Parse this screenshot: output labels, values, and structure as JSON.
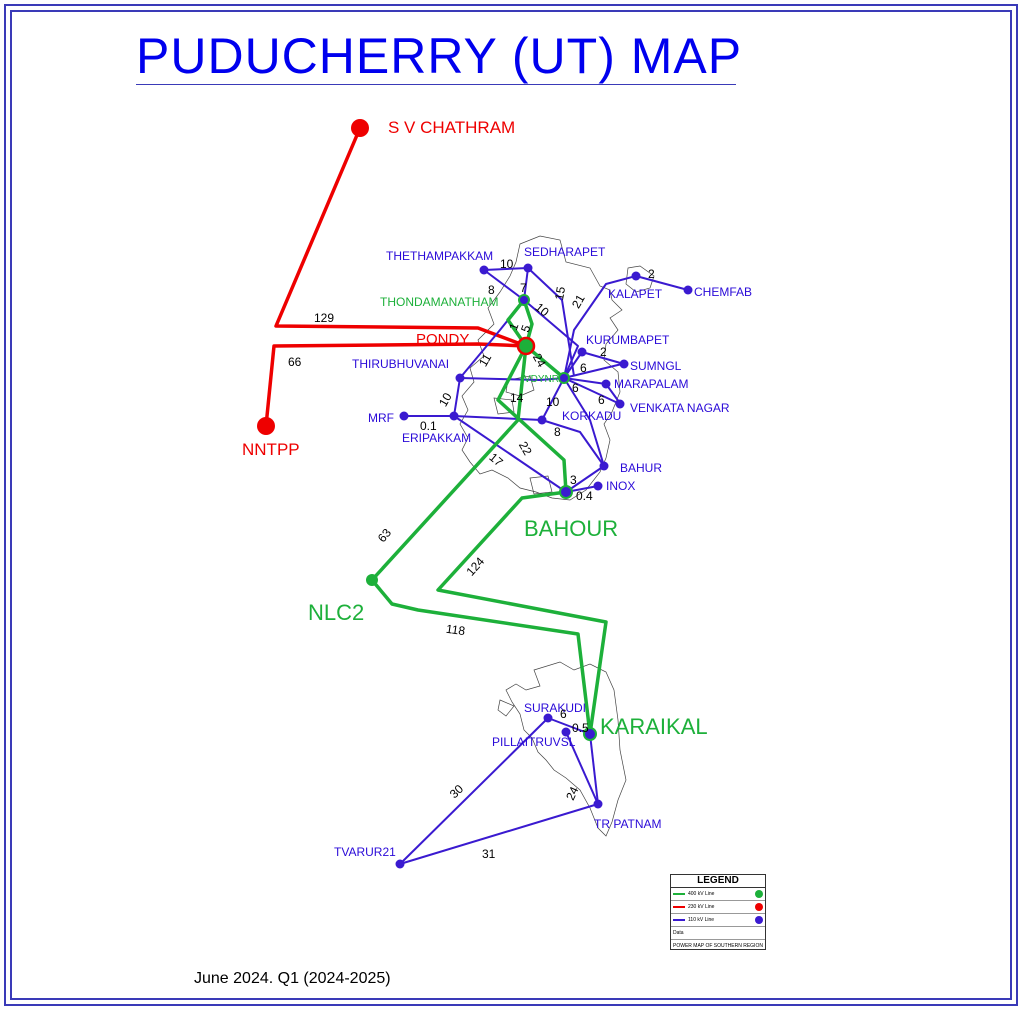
{
  "title": "PUDUCHERRY (UT) MAP",
  "footer": "June 2024. Q1 (2024-2025)",
  "colors": {
    "line_400kv": "#1db03a",
    "line_230kv": "#ee0000",
    "line_110kv": "#3a1ad0",
    "frame": "#3a3ab8"
  },
  "stations_230": {
    "sv_chathram": "S V CHATHRAM",
    "pondy": "PONDY",
    "nntpp": "NNTPP"
  },
  "stations_400": {
    "bahour": "BAHOUR",
    "nlc2": "NLC2",
    "karaikal": "KARAIKAL",
    "thondamanatham": "THONDAMANATHAM",
    "vdynr": "VDYNR"
  },
  "stations_110": {
    "thethampakkam": "THETHAMPAKKAM",
    "sedharapet": "SEDHARAPET",
    "kalapet": "KALAPET",
    "chemfab": "CHEMFAB",
    "kurumbapet": "KURUMBAPET",
    "sumngl": "SUMNGL",
    "marapalam": "MARAPALAM",
    "venkata_nagar": "VENKATA NAGAR",
    "korkadu": "KORKADU",
    "thirubhuvanai": "THIRUBHUVANAI",
    "mrf": "MRF",
    "eripakkam": "ERIPAKKAM",
    "bahur": "BAHUR",
    "inox": "INOX",
    "surakudi": "SURAKUDI",
    "pillaitruvsl": "PILLAITRUVSL",
    "trpatnam": "TR PATNAM",
    "tvarur21": "TVARUR21"
  },
  "distances": {
    "svc_pondy": "129",
    "nntpp_pondy": "66",
    "nlc2_bahour": "63",
    "nlc2_karaikal": "118",
    "bahour_karaikal": "124",
    "tvarur_surakudi": "30",
    "tvarur_trpatnam": "31",
    "pillai_trpatnam": "24",
    "surakudi_karaikal": "6",
    "pillai_karaikal": "0.5",
    "theth_sedh": "10",
    "theth_thond": "8",
    "thond_sedh": "7",
    "thond_pondy": "10",
    "sedh_vdynr": "15",
    "kalapet_vdynr": "21",
    "kalapet_chemfab": "2",
    "thond_pondy2": "1",
    "kurum": "2",
    "sumngl": "6",
    "marapalam": "6",
    "venkata": "6",
    "thiru_pondy": "11",
    "thiru_erip": "10",
    "mrf_erip": "0.1",
    "vdynr_korkadu": "10",
    "pondy_vdynr": "24",
    "bahour_vdynr": "22",
    "erip_bahour": "17",
    "k14": "14",
    "k8": "8",
    "bahour_bahur": "3",
    "bahour_inox": "0.4",
    "pondy_thond": "5"
  },
  "legend": {
    "title": "LEGEND",
    "row1": "400 kV Line",
    "row2": "230 kV Line",
    "row3": "110 kV Line",
    "row4": "Data",
    "footer": "POWER MAP OF SOUTHERN REGION"
  }
}
